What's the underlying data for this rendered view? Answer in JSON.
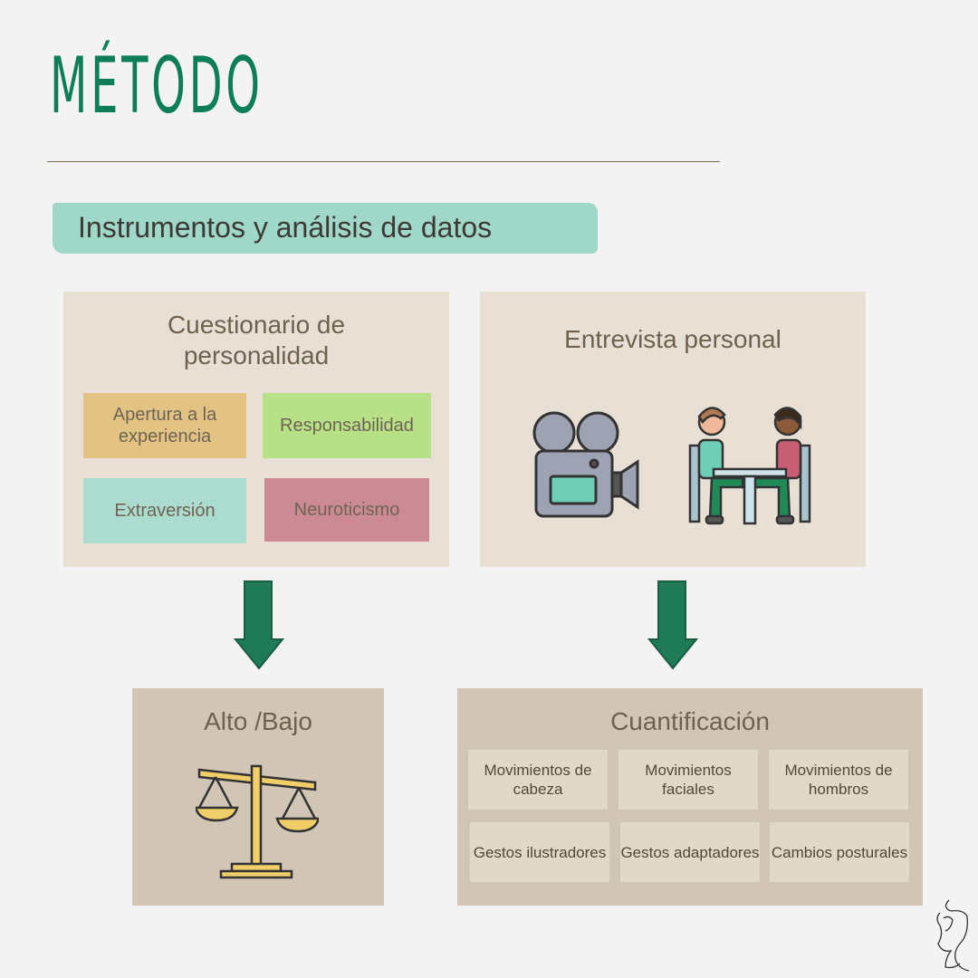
{
  "title": "MÉTODO",
  "section_label": "Instrumentos y análisis de datos",
  "questionnaire": {
    "title": "Cuestionario de personalidad",
    "traits": [
      {
        "label": "Apertura a la experiencia",
        "color": "#e2c383"
      },
      {
        "label": "Responsabilidad",
        "color": "#b8e187"
      },
      {
        "label": "Extraversión",
        "color": "#acdbcf"
      },
      {
        "label": "Neuroticismo",
        "color": "#cc8b94"
      }
    ]
  },
  "interview": {
    "title": "Entrevista personal",
    "icons": [
      "video-camera-icon",
      "interview-people-icon"
    ]
  },
  "result_left": {
    "title": "Alto /Bajo",
    "icon": "balance-scale-icon"
  },
  "result_right": {
    "title": "Cuantificación",
    "items": [
      "Movimientos de cabeza",
      "Movimientos faciales",
      "Movimientos de hombros",
      "Gestos ilustradores",
      "Gestos adaptadores",
      "Cambios posturales"
    ]
  },
  "colors": {
    "accent": "#0e7d5a",
    "banner": "#9fd8c9",
    "arrow": "#1e7a57"
  }
}
